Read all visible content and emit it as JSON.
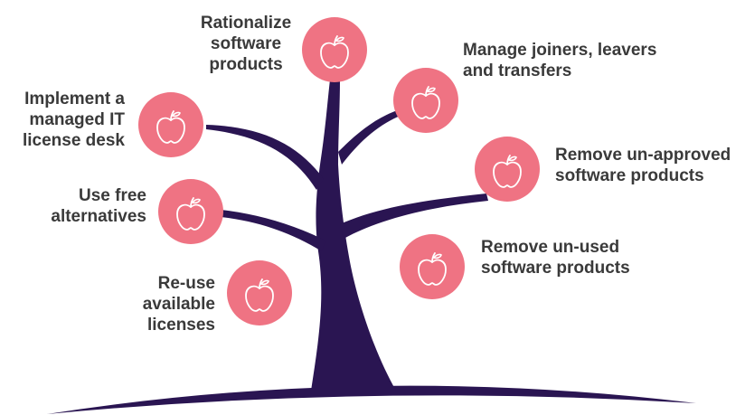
{
  "colors": {
    "trunk": "#2a1552",
    "apple_fill": "#ef7383",
    "apple_icon": "#ffffff",
    "label_text": "#3a3a3a"
  },
  "apples": [
    {
      "id": "rationalize",
      "label": "Rationalize\nsoftware\nproducts",
      "icon": "apple-icon"
    },
    {
      "id": "joiners",
      "label": "Manage joiners, leavers\nand transfers",
      "icon": "apple-icon"
    },
    {
      "id": "license-desk",
      "label": "Implement a\nmanaged IT\nlicense desk",
      "icon": "apple-icon"
    },
    {
      "id": "unapproved",
      "label": "Remove un-approved\nsoftware products",
      "icon": "apple-icon"
    },
    {
      "id": "free",
      "label": "Use free\nalternatives",
      "icon": "apple-icon"
    },
    {
      "id": "unused",
      "label": "Remove un-used\nsoftware products",
      "icon": "apple-icon"
    },
    {
      "id": "reuse",
      "label": "Re-use\navailable\nlicenses",
      "icon": "apple-icon"
    }
  ]
}
